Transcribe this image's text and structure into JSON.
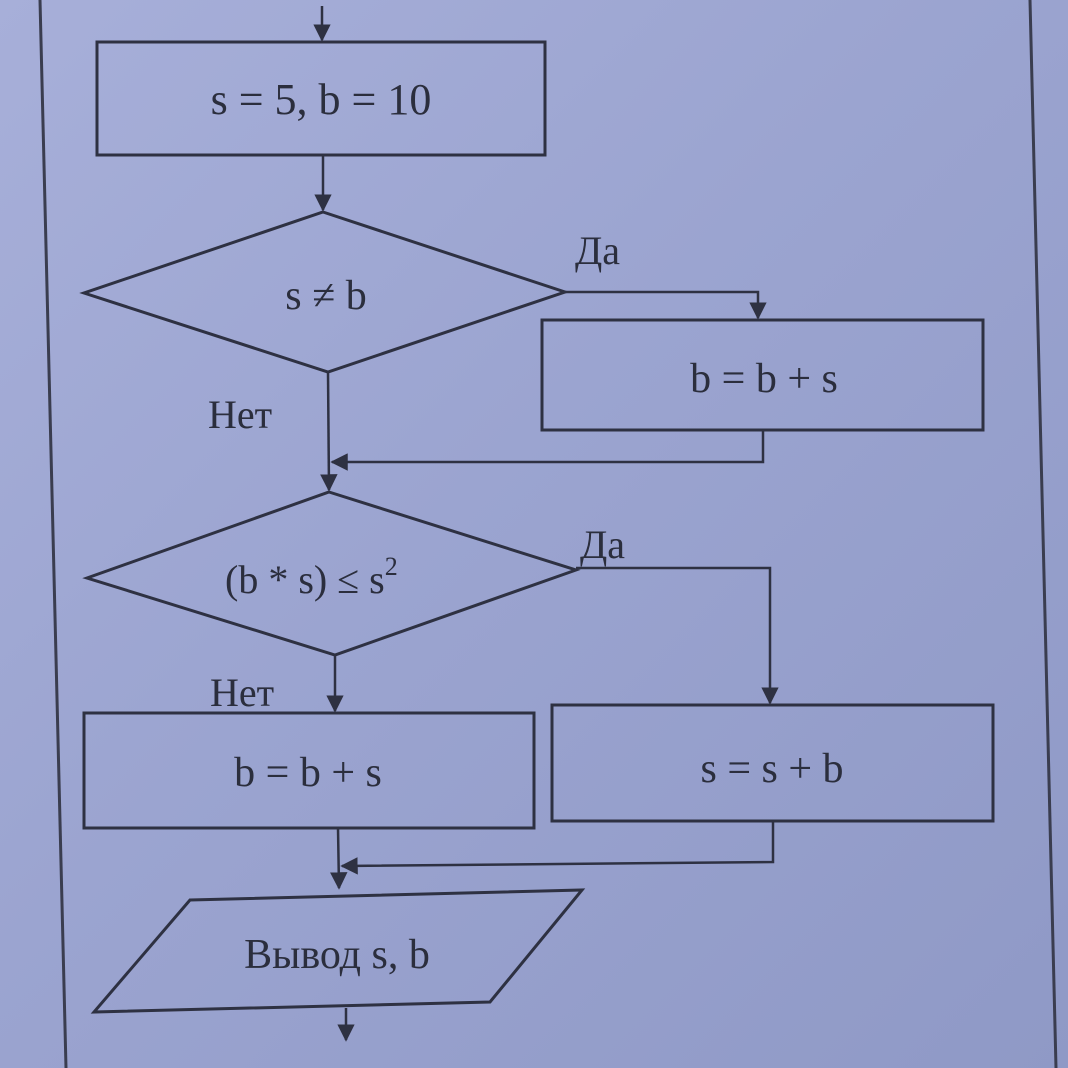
{
  "flowchart": {
    "init": "s = 5,  b = 10",
    "cond1": "s ≠ b",
    "cond1_yes": "Да",
    "cond1_no": "Нет",
    "step1": "b = b + s",
    "cond2_main": "(b * s) ≤ s",
    "cond2_sup": "2",
    "cond2_yes": "Да",
    "cond2_no": "Нет",
    "step_no": "b = b + s",
    "step_yes": "s = s + b",
    "output": "Вывод s, b"
  },
  "colors": {
    "background": "#9ba4d0",
    "stroke": "#2e3142",
    "text": "#2b2e3d"
  }
}
